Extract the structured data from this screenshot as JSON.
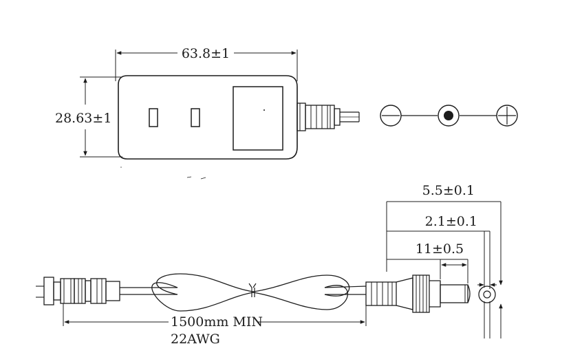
{
  "drawing": {
    "adapter_top_view": {
      "width_dim": "63.8±1",
      "height_dim": "28.63±1"
    },
    "polarity_symbol": {
      "left_sign": "minus",
      "center": "filled-dot",
      "right_sign": "plus"
    },
    "cable_side_view": {
      "outer_diameter_dim": "5.5±0.1",
      "inner_diameter_dim": "2.1±0.1",
      "plug_length_dim": "11±0.5",
      "cable_length_dim": "1500mm MIN",
      "wire_gauge": "22AWG"
    }
  }
}
